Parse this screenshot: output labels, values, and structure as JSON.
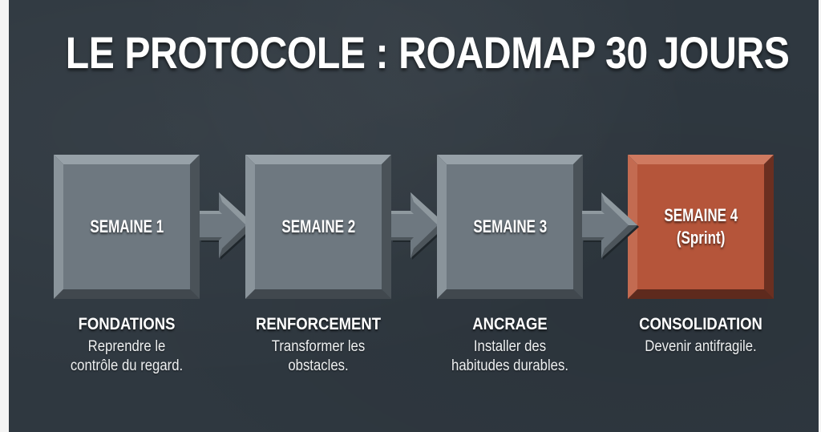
{
  "title": "LE PROTOCOLE : ROADMAP 30 JOURS",
  "colors": {
    "background": "#2f3840",
    "step_grey": "#6e7880",
    "step_highlight": "#b5553a",
    "text": "#ffffff"
  },
  "steps": [
    {
      "box_label_line1": "SEMAINE 1",
      "box_label_line2": "",
      "caption_title": "FONDATIONS",
      "caption_line1": "Reprendre le",
      "caption_line2": "contrôle du regard.",
      "highlighted": false
    },
    {
      "box_label_line1": "SEMAINE 2",
      "box_label_line2": "",
      "caption_title": "RENFORCEMENT",
      "caption_line1": "Transformer les",
      "caption_line2": "obstacles.",
      "highlighted": false
    },
    {
      "box_label_line1": "SEMAINE 3",
      "box_label_line2": "",
      "caption_title": "ANCRAGE",
      "caption_line1": "Installer des",
      "caption_line2": "habitudes durables.",
      "highlighted": false
    },
    {
      "box_label_line1": "SEMAINE 4",
      "box_label_line2": "(Sprint)",
      "caption_title": "CONSOLIDATION",
      "caption_line1": "Devenir antifragile.",
      "caption_line2": "",
      "highlighted": true
    }
  ],
  "connectors": [
    {
      "from": "SEMAINE 1",
      "to": "SEMAINE 2",
      "icon": "arrow-right-icon"
    },
    {
      "from": "SEMAINE 2",
      "to": "SEMAINE 3",
      "icon": "arrow-right-icon"
    },
    {
      "from": "SEMAINE 3",
      "to": "SEMAINE 4",
      "icon": "arrow-right-icon"
    }
  ]
}
